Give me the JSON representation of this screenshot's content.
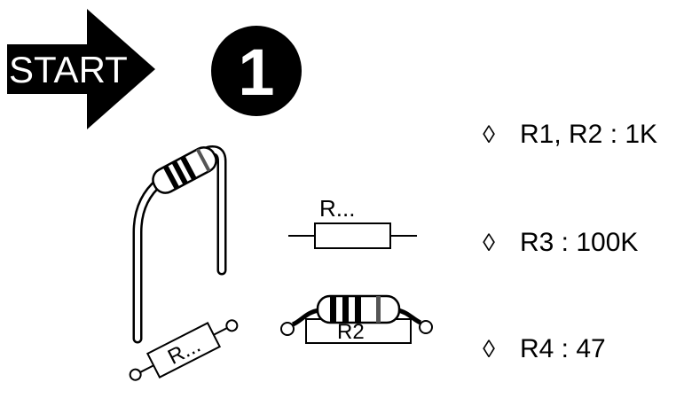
{
  "start_label": "START",
  "step_number": "1",
  "schematic_label": "R...",
  "placement_label": "R...",
  "board_label": "R2",
  "bullet_glyph": "◊",
  "specs": [
    {
      "label": "R1, R2 : 1K"
    },
    {
      "label": "R3 : 100K"
    },
    {
      "label": "R4 : 47"
    }
  ]
}
